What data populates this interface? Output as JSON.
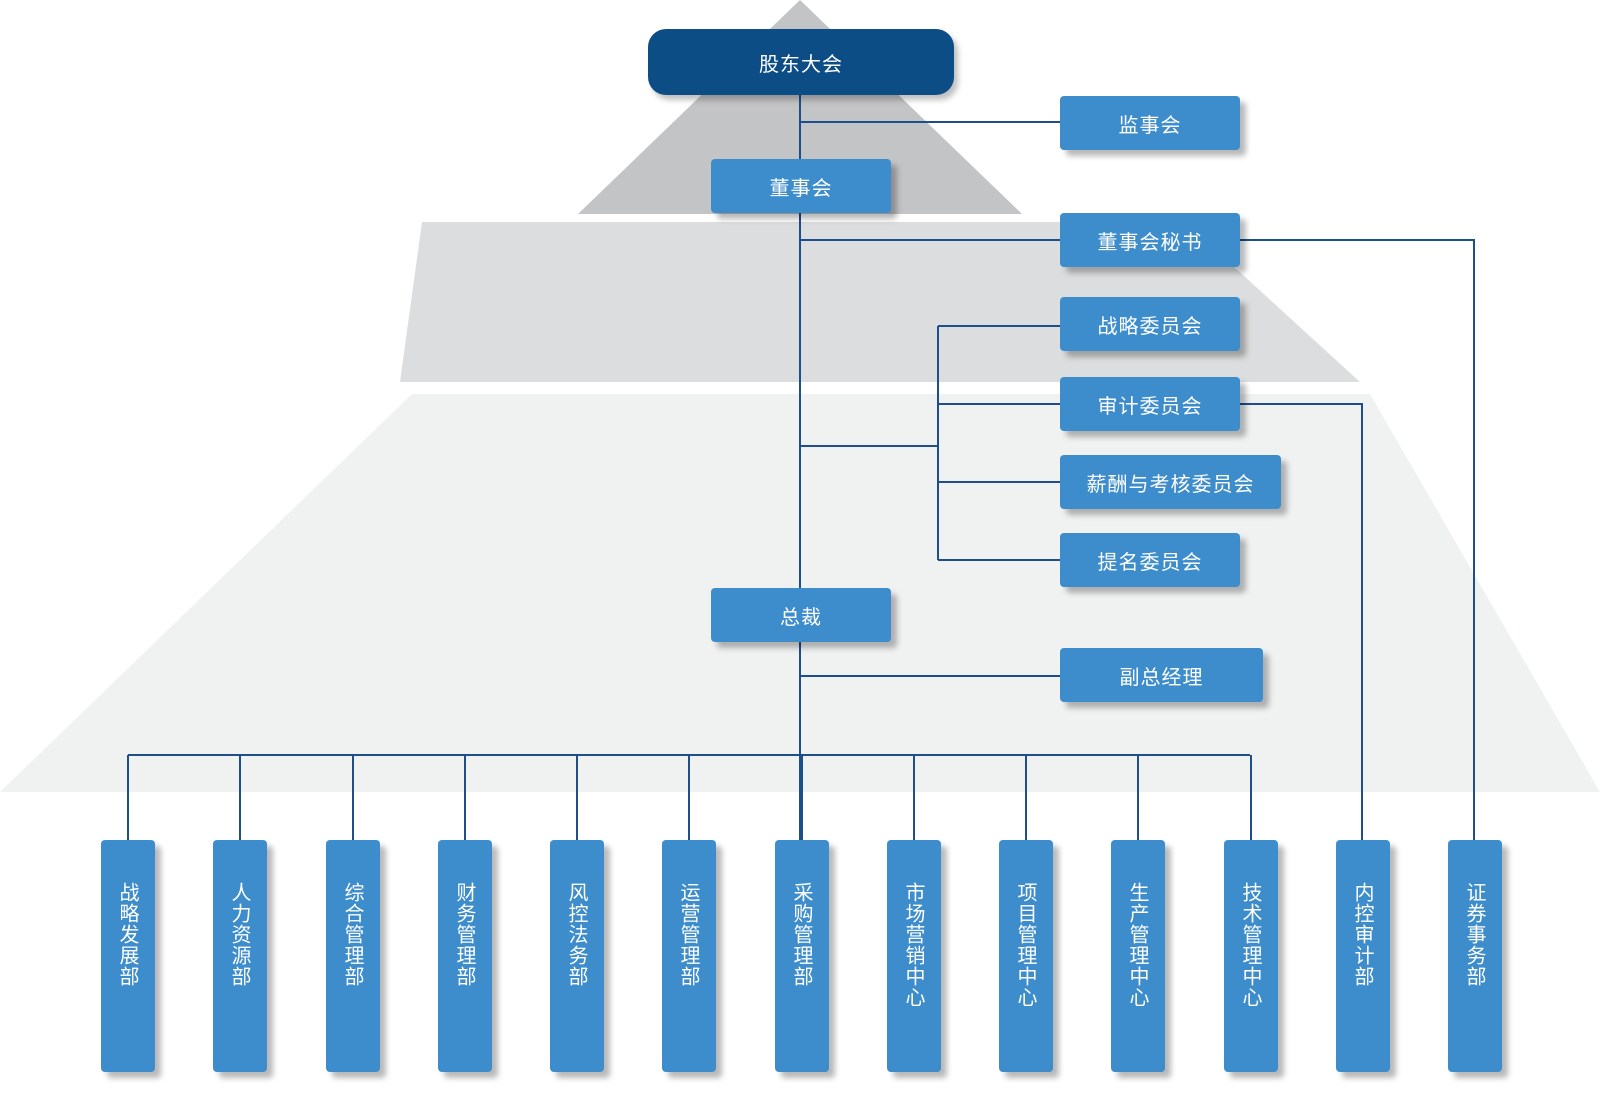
{
  "nodes": {
    "shareholders": "股东大会",
    "supervisors": "监事会",
    "board": "董事会",
    "secretary": "董事会秘书",
    "strategy_committee": "战略委员会",
    "audit_committee": "审计委员会",
    "compensation_committee": "薪酬与考核委员会",
    "nomination_committee": "提名委员会",
    "president": "总裁",
    "vice_president": "副总经理"
  },
  "departments": [
    "战略发展部",
    "人力资源部",
    "综合管理部",
    "财务管理部",
    "风控法务部",
    "运营管理部",
    "采购管理部",
    "市场营销中心",
    "项目管理中心",
    "生产管理中心",
    "技术管理中心",
    "内控审计部",
    "证券事务部"
  ],
  "colors": {
    "box": "#3d8ccb",
    "top_box": "#0d4d86",
    "line": "#1f4e8c",
    "pyramid_top": "#c3c4c6",
    "pyramid_mid": "#dcddde",
    "pyramid_base": "#f0f1f1"
  }
}
